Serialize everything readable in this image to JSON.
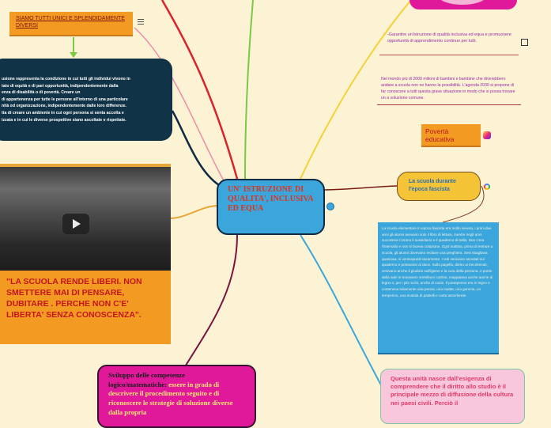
{
  "central": {
    "title": "UN' ISTRUZIONE DI QUALITA', INCLUSIVA ED EQUA"
  },
  "top_left": {
    "label": "SIAMO TUTTI UNICI E SPLENDIDAMENTE DIVERSI"
  },
  "inclusion_box": {
    "text": "usione rappresenta la condizione in cui tutti gli individui vivono in\ntato di equità e di pari opportunità, indipendentemente dalla\nenza di disabilità o di povertà.                              Creare un\ndi appartenenza per tutte le persone all'interno di una particolare\nnità od organizzazione, indipendentemente dalle loro differenze.\ntta di creare un ambiente in cui ogni persona si senta accolta e\nizzata e in cui le diverse prospettive siano ascoltate e rispettate."
  },
  "quote": {
    "text": "\"LA SCUOLA RENDE LIBERI. NON SMETTERE MAI DI PENSARE, DUBITARE . PERCHE NON C'E' LIBERTA' SENZA CONOSCENZA\"."
  },
  "right": {
    "goal_text": "-Garantire un'istruzione di qualità inclusiva ed equa e promuovere opportunità di apprendimento continuo per tutti.",
    "world_text": "Nel mondo più di 2000 milioni di bambini e bambine che diverebbero andare a scuola non ne hanno la possibilità. L'agenda 2030 si propone di far conoscere a tutti questa grave situazione in modo che si possa trovare un a soluzione comune.",
    "poverty_label": "Povertà educativa",
    "fascist_label": "La scuola durante l'epoca fascista",
    "fascist_text": "La scuola elementare in epoca fascista era molto severa, i primi due anni gli alunni avevano solo il libro di lettura, mentre negli anni successivi c'erano il sussidiario e il quaderno di bella. Non c'era l'intervallo e non si faceva colazione. Ogni mattina, prima di entrare a scuola, gli alunni dovevano recitare una preghiera. Sesi sbagliava qualcosa, si venivapuniti duramente. I voti venivano annotati sul quaderno e portavano al duce. Sulla pagella, dietro ai trecintenati, venivano anche il giudizio sull'igiene e la cura della persona. A ponte della aule si trovavano sortellacci cartine, mappatava anche anche di legno o, per i più ricchi, anche di cuoio. Il portapenne era in legno e conteneva solamente una penna, una matita, una gomma, un temperino, una scatola di pastelli e carta assorbente."
  },
  "bottom_left": {
    "heading": "Sviluppo delle competenze logico/matematiche:",
    "text": " essere in grado di descrivere il procedimento seguito e di riconoscere le strategie di soluzione diverse dalla propria"
  },
  "bottom_right": {
    "text": "Questa unità nasce dall'esigenza di comprendere che il diritto allo studio è il principale mezzo di diffusione della cultura nei paesi civili. Perciò il"
  },
  "colors": {
    "background": "#fbf3d3",
    "central": "#3aa6dc",
    "orange": "#f39a23",
    "magenta": "#e0199b",
    "navy": "#113347",
    "yellow": "#f4c336",
    "pink": "#f8c7dc"
  }
}
